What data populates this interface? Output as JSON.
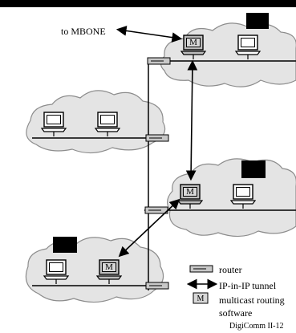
{
  "labels": {
    "to_mbone": "to MBONE",
    "router_marker": "M"
  },
  "legend": {
    "router": "router",
    "tunnel": "IP-in-IP tunnel",
    "mrouter_marker": "M",
    "mrouter": "multicast routing software"
  },
  "footer": "DigiComm II-12",
  "colors": {
    "cloud_fill": "#e4e4e4",
    "cloud_stroke": "#8c8c8c",
    "router_fill": "#c8c8c8",
    "line": "#000000"
  }
}
